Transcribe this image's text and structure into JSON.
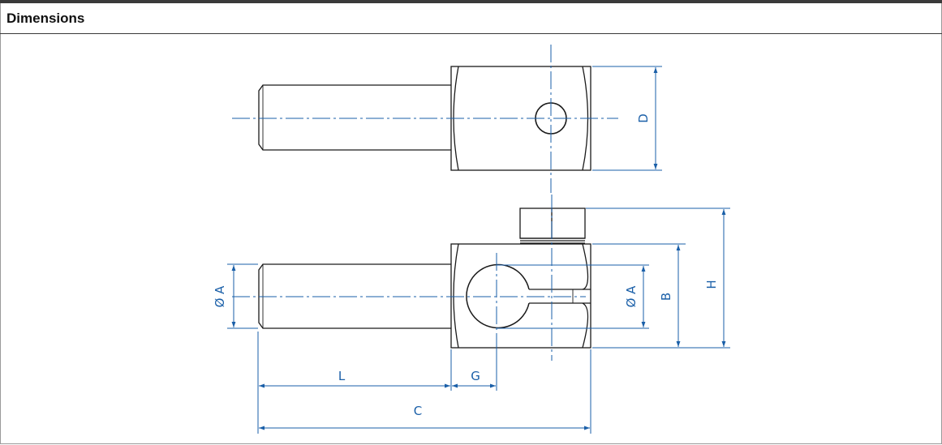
{
  "section": {
    "title": "Dimensions"
  },
  "labels": {
    "D": "D",
    "A_left": "Ø A",
    "A_right": "Ø A",
    "B": "B",
    "H": "H",
    "L": "L",
    "G": "G",
    "C": "C"
  },
  "colors": {
    "outline": "#1a1a1a",
    "dimension": "#1a5fa8",
    "header_rule": "#3a3a3a"
  }
}
